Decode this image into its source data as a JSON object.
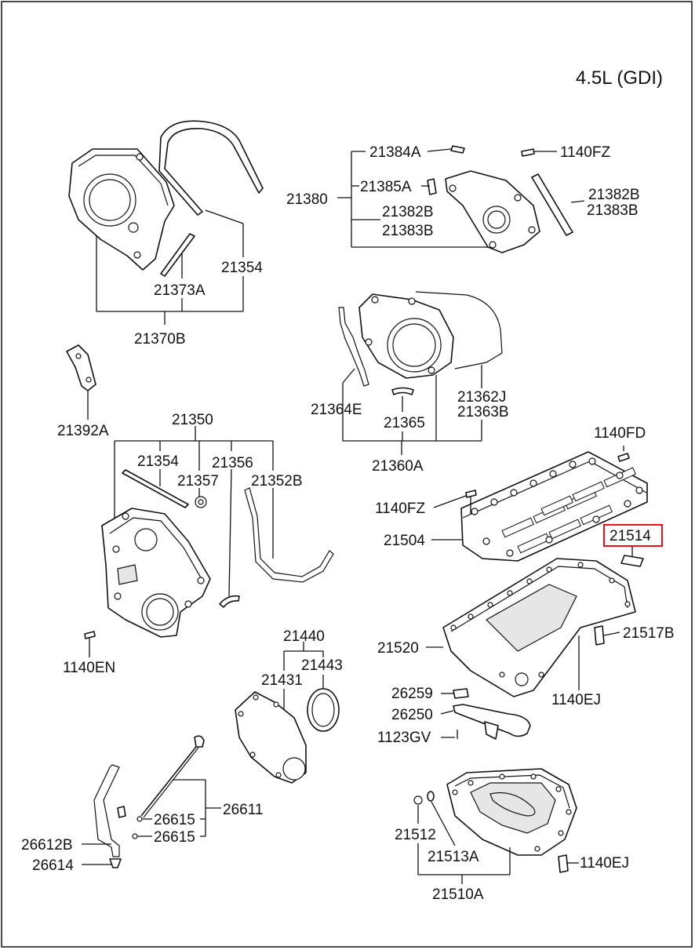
{
  "diagram": {
    "engine": "4.5L (GDI)",
    "highlight_color": "#e8121b",
    "parts": {
      "p21384A": "21384A",
      "p1140FZ_top": "1140FZ",
      "p21380": "21380",
      "p21385A": "21385A",
      "p21382B_r": "21382B",
      "p21383B_r": "21383B",
      "p21382B_l": "21382B",
      "p21383B_l": "21383B",
      "p21354_top": "21354",
      "p21373A": "21373A",
      "p21370B": "21370B",
      "p21392A": "21392A",
      "p21364E": "21364E",
      "p21365": "21365",
      "p21362J": "21362J",
      "p21363B": "21363B",
      "p21360A": "21360A",
      "p21350": "21350",
      "p21354_mid": "21354",
      "p21357": "21357",
      "p21356": "21356",
      "p21352B": "21352B",
      "p1140FD": "1140FD",
      "p1140FZ_mid": "1140FZ",
      "p21504": "21504",
      "p21514": "21514",
      "p21520": "21520",
      "p21517B": "21517B",
      "p1140EN": "1140EN",
      "p21440": "21440",
      "p21431": "21431",
      "p21443": "21443",
      "p1140EJ_mid": "1140EJ",
      "p26259": "26259",
      "p26250": "26250",
      "p1123GV": "1123GV",
      "p26611": "26611",
      "p26615_a": "26615",
      "p26615_b": "26615",
      "p26612B": "26612B",
      "p26614": "26614",
      "p21512": "21512",
      "p21513A": "21513A",
      "p1140EJ_bot": "1140EJ",
      "p21510A": "21510A"
    }
  }
}
